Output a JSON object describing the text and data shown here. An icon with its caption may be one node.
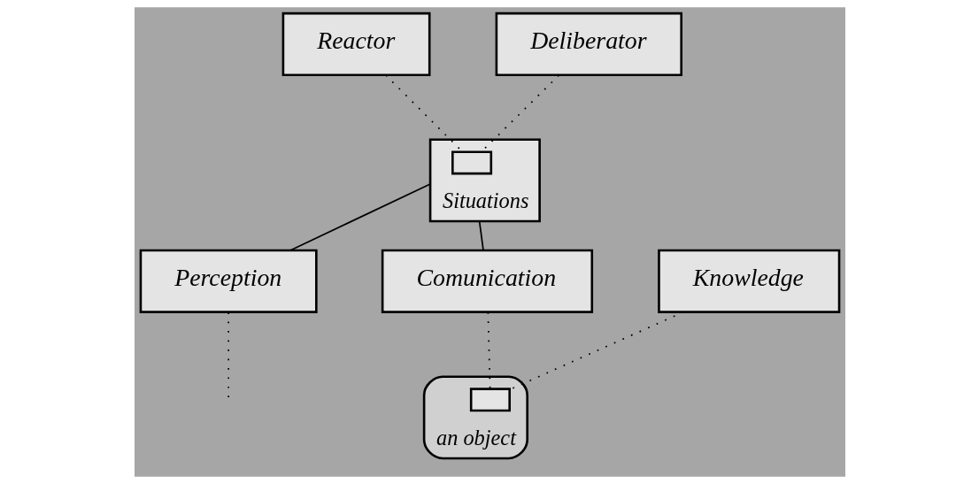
{
  "diagram": {
    "nodes": [
      {
        "text": [
          "Reactor"
        ]
      },
      {
        "text": [
          "Deliberator"
        ]
      },
      {
        "text": [
          "Situations"
        ]
      },
      {
        "text": [],
        "shape": "box",
        "in": 2
      },
      {
        "text": [
          "Perception"
        ]
      },
      {
        "text": [
          "Comunication"
        ]
      },
      {
        "text": [
          "Knowledge"
        ]
      },
      {
        "text": [
          "an object"
        ]
      },
      {
        "text": [],
        "shape": "box",
        "in": 7
      }
    ],
    "edges": [
      {
        "from": 0,
        "to": 3,
        "arrow": "none",
        "style": "dashed"
      },
      {
        "from": 1,
        "to": 3,
        "arrow": "none",
        "style": "dashed"
      },
      {
        "from": 2,
        "to": 4,
        "arrow": "none"
      },
      {
        "from": 2,
        "to": 5,
        "arrow": "none"
      },
      {
        "from": 4,
        "to": null,
        "arrow": "none",
        "style": "dashed"
      },
      {
        "from": 5,
        "to": 8,
        "arrow": "none",
        "style": "dashed"
      },
      {
        "from": 6,
        "to": 8,
        "arrow": "none",
        "style": "dashed"
      }
    ]
  }
}
